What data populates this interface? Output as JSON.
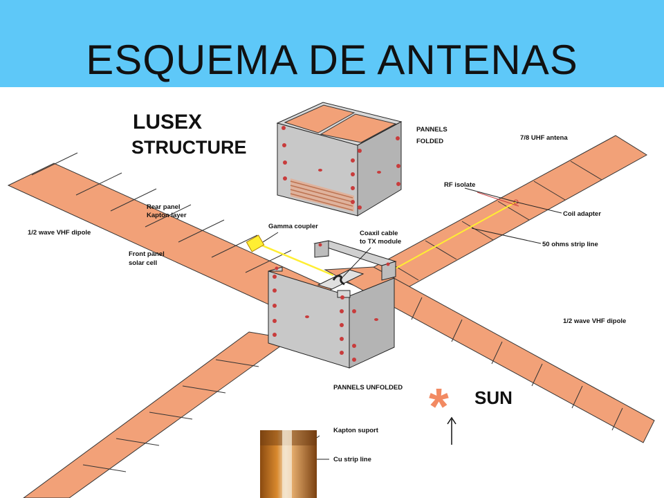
{
  "title": "ESQUEMA DE ANTENAS",
  "heading": {
    "line1": "LUSEX",
    "line2": "STRUCTURE"
  },
  "labels": {
    "pannels_folded_1": "PANNELS",
    "pannels_folded_2": "FOLDED",
    "uhf_antenna": "7/8 UHF antena",
    "rf_isolate": "RF isolate",
    "coil_adapter": "Coil adapter",
    "strip_line": "50 ohms strip line",
    "vhf_dipole_left": "1/2 wave VHF dipole",
    "vhf_dipole_right": "1/2 wave VHF dipole",
    "rear_panel_1": "Rear panel",
    "rear_panel_2": "Kapton layer",
    "gamma_coupler": "Gamma coupler",
    "coaxil_1": "Coaxil cable",
    "coaxil_2": "to TX module",
    "front_panel_1": "Front panel",
    "front_panel_2": "solar cell",
    "pannels_unfolded": "PANNELS UNFOLDED",
    "sun": "SUN",
    "kapton_suport": "Kapton suport",
    "cu_strip": "Cu strip line"
  },
  "colors": {
    "banner": "#5ec8f8",
    "panel": "#f2a178",
    "panel_stroke": "#333333",
    "box": "#c8c8c8",
    "screw": "#c83c3c",
    "strip": "#ffee33",
    "sun": "#f28a62"
  }
}
